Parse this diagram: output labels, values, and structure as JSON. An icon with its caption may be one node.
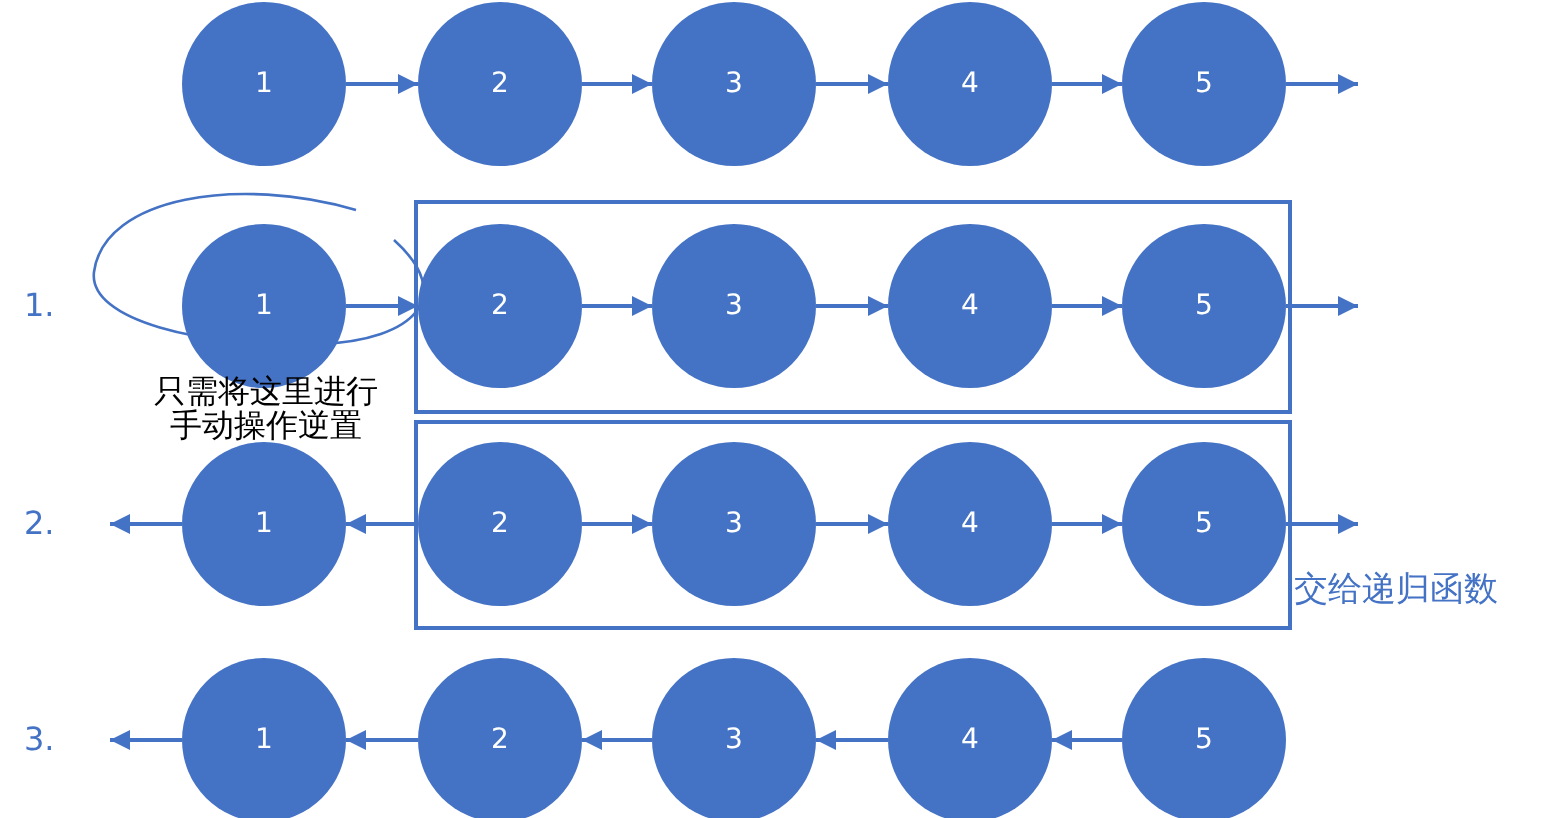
{
  "diagram": {
    "nodes": [
      {
        "text": [
          "1"
        ]
      },
      {
        "text": [
          "2"
        ]
      },
      {
        "text": [
          "3"
        ]
      },
      {
        "text": [
          "4"
        ]
      },
      {
        "text": [
          "5"
        ]
      },
      {
        "text": [
          "1"
        ]
      },
      {
        "text": [],
        "shape": "box"
      },
      {
        "text": [
          "2"
        ],
        "in": 6
      },
      {
        "text": [
          "3"
        ],
        "in": 6
      },
      {
        "text": [
          "4"
        ],
        "in": 6
      },
      {
        "text": [
          "5"
        ],
        "in": 6
      },
      {
        "text": [
          "1"
        ]
      },
      {
        "text": [],
        "shape": "box",
        "beside": [
          "交给递归函数"
        ]
      },
      {
        "text": [
          "2"
        ],
        "in": 12
      },
      {
        "text": [
          "3"
        ],
        "in": 12
      },
      {
        "text": [
          "4"
        ],
        "in": 12
      },
      {
        "text": [
          "5"
        ],
        "in": 12
      },
      {
        "text": [
          "1"
        ]
      },
      {
        "text": [
          "2"
        ]
      },
      {
        "text": [
          "3"
        ]
      },
      {
        "text": [
          "4"
        ]
      },
      {
        "text": [
          "5"
        ]
      }
    ],
    "edges": [
      {
        "from": 0,
        "to": 1,
        "arrow": "to"
      },
      {
        "from": 1,
        "to": 2,
        "arrow": "to"
      },
      {
        "from": 2,
        "to": 3,
        "arrow": "to"
      },
      {
        "from": 3,
        "to": 4,
        "arrow": "to"
      },
      {
        "from": 4,
        "to": null,
        "arrow": "to"
      },
      {
        "from": 5,
        "to": 7,
        "arrow": "to"
      },
      {
        "from": 7,
        "to": 8,
        "arrow": "to"
      },
      {
        "from": 8,
        "to": 9,
        "arrow": "to"
      },
      {
        "from": 9,
        "to": 10,
        "arrow": "to"
      },
      {
        "from": 10,
        "to": null,
        "arrow": "to"
      },
      {
        "from": 11,
        "to": null,
        "arrow": "to"
      },
      {
        "from": 13,
        "to": 11,
        "arrow": "to"
      },
      {
        "from": 13,
        "to": 14,
        "arrow": "to"
      },
      {
        "from": 14,
        "to": 15,
        "arrow": "to"
      },
      {
        "from": 15,
        "to": 16,
        "arrow": "to"
      },
      {
        "from": 16,
        "to": null,
        "arrow": "to"
      },
      {
        "from": 17,
        "to": null,
        "arrow": "to"
      },
      {
        "from": 18,
        "to": 17,
        "arrow": "to"
      },
      {
        "from": 19,
        "to": 18,
        "arrow": "to"
      },
      {
        "from": 20,
        "to": 19,
        "arrow": "to"
      },
      {
        "from": 21,
        "to": 20,
        "arrow": "to"
      }
    ],
    "labels": [
      "1.",
      "只需将这里进行手动操作逆置",
      "2.",
      "3."
    ]
  }
}
